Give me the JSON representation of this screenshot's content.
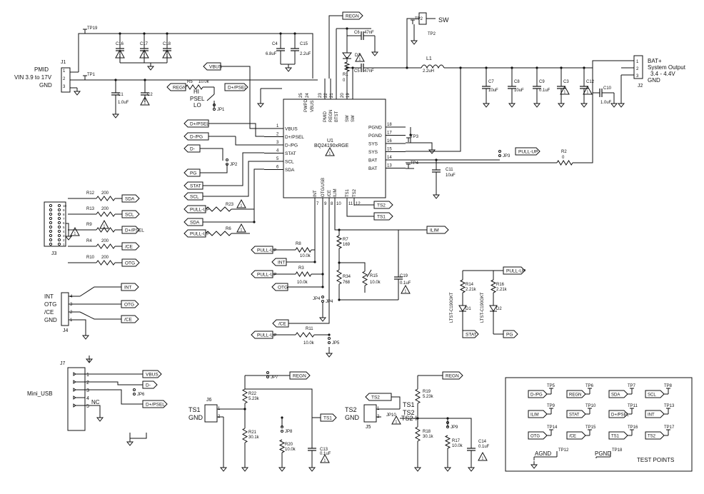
{
  "ic": {
    "ref": "U1",
    "part": "BQ24190xRGE",
    "top_pins": [
      [
        "PMID",
        "23"
      ],
      [
        "REGN",
        "22"
      ],
      [
        "BTST",
        "21"
      ],
      [
        "SW",
        "20"
      ],
      [
        "SW",
        "19"
      ]
    ],
    "left_pins": [
      [
        "VBUS",
        "1"
      ],
      [
        "D+/PSEL",
        "2"
      ],
      [
        "D-/PG",
        "3"
      ],
      [
        "STAT",
        "4"
      ],
      [
        "SCL",
        "5"
      ],
      [
        "SDA",
        "6"
      ]
    ],
    "left_top_pins": [
      [
        "PWPD",
        "25"
      ],
      [
        "VBUS",
        "24"
      ]
    ],
    "right_pins": [
      [
        "PGND",
        "18"
      ],
      [
        "PGND",
        "17"
      ],
      [
        "SYS",
        "16"
      ],
      [
        "SYS",
        "15"
      ],
      [
        "BAT",
        "14"
      ],
      [
        "BAT",
        "13"
      ]
    ],
    "bottom_pins": [
      "INT",
      "OTG/USB",
      "/CE",
      "ILIM",
      "TS1",
      "TS2"
    ],
    "bottom_nums": [
      "7",
      "9",
      "8",
      "10",
      "11",
      "12"
    ]
  },
  "j1": {
    "ref": "J1",
    "label1": "PMID",
    "label2": "VIN 3.9 to 17V",
    "label3": "GND",
    "pins": [
      "1",
      "2",
      "3"
    ]
  },
  "j2": {
    "ref": "J2",
    "label1": "BAT+",
    "label2": "System Output",
    "label3": "3.4 - 4.4V",
    "label4": "GND",
    "pins": [
      "1",
      "2",
      "3"
    ]
  },
  "j3": {
    "ref": "J3",
    "pins": [
      "10",
      "9",
      "8",
      "7",
      "6",
      "5",
      "4",
      "3",
      "2",
      "1"
    ]
  },
  "j4": {
    "ref": "J4",
    "labels": [
      "INT",
      "OTG",
      "/CE",
      "GND"
    ],
    "pins": [
      "4",
      "3",
      "2",
      "1"
    ]
  },
  "j5": {
    "ref": "J5",
    "l1": "TS2",
    "l2": "GND",
    "pins": [
      "1",
      "2"
    ]
  },
  "j6": {
    "ref": "J6",
    "l1": "TS1",
    "l2": "GND",
    "pins": [
      "1",
      "2"
    ]
  },
  "j7": {
    "ref": "J7",
    "label": "Mini_USB",
    "pins": [
      "1",
      "2",
      "3",
      "4",
      "5"
    ],
    "nc": "NC"
  },
  "sw": {
    "label": "SW",
    "tp": "TP2"
  },
  "inductor": {
    "ref": "L1",
    "val": "2.2uH"
  },
  "caps": [
    {
      "ref": "C16"
    },
    {
      "ref": "C17"
    },
    {
      "ref": "C18"
    },
    {
      "ref": "C4",
      "val": "6.8uF"
    },
    {
      "ref": "C15",
      "val": "2.2uF"
    },
    {
      "ref": "C1",
      "val": "1.0uF"
    },
    {
      "ref": "C2"
    },
    {
      "ref": "C6",
      "val": "47nF"
    },
    {
      "ref": "C5",
      "val": "47nF"
    },
    {
      "ref": "C7",
      "val": "10uF"
    },
    {
      "ref": "C8",
      "val": "10uF"
    },
    {
      "ref": "C9",
      "val": "0.1uF"
    },
    {
      "ref": "C3"
    },
    {
      "ref": "C12"
    },
    {
      "ref": "C10",
      "val": "1.0uF"
    },
    {
      "ref": "C11",
      "val": "10uF"
    },
    {
      "ref": "C19",
      "val": "0.1uF"
    },
    {
      "ref": "C13",
      "val": "0.1uF"
    },
    {
      "ref": "C14",
      "val": "0.1uF"
    }
  ],
  "resistors": {
    "r1": {
      "ref": "R1",
      "val": "0"
    },
    "r5": {
      "ref": "R5",
      "val": "10.0k"
    },
    "r2": {
      "ref": "R2",
      "val": "0"
    },
    "r12": {
      "ref": "R12",
      "val": "200"
    },
    "r13": {
      "ref": "R13",
      "val": "200"
    },
    "r9": {
      "ref": "R9"
    },
    "r4": {
      "ref": "R4",
      "val": "200"
    },
    "r10": {
      "ref": "R10",
      "val": "200"
    },
    "r23": {
      "ref": "R23"
    },
    "r6": {
      "ref": "R6"
    },
    "r8": {
      "ref": "R8",
      "val": "10.0k"
    },
    "r3": {
      "ref": "R3",
      "val": "10.0k"
    },
    "r11": {
      "ref": "R11",
      "val": "10.0k"
    },
    "r7": {
      "ref": "R7",
      "val": "169"
    },
    "r34": {
      "ref": "R34",
      "val": "768"
    },
    "r15": {
      "ref": "R15",
      "val": "10.0k"
    },
    "r14": {
      "ref": "R14",
      "val": "2.21k"
    },
    "r16": {
      "ref": "R16",
      "val": "2.21k"
    },
    "r22": {
      "ref": "R22",
      "val": "5.23k"
    },
    "r21": {
      "ref": "R21",
      "val": "30.1k"
    },
    "r20": {
      "ref": "R20",
      "val": "10.0k"
    },
    "r19": {
      "ref": "R19",
      "val": "5.23k"
    },
    "r18": {
      "ref": "R18",
      "val": "30.1k"
    },
    "r17": {
      "ref": "R17",
      "val": "10.0k"
    }
  },
  "diodes": {
    "d3": "D3",
    "d1": "D1",
    "d2": "D2",
    "led_part": "LTST-C190GKT"
  },
  "tps": {
    "tp19": "TP19",
    "tp1": "TP1",
    "tp3": "TP3",
    "tp4": "TP4",
    "tp2": "TP2"
  },
  "jumpers": {
    "jp1": "JP1",
    "jp2": "JP2",
    "jp3": "JP3",
    "jp4": "JP4",
    "jp5": "JP5",
    "jp6": "JP6",
    "jp7": "JP7",
    "jp8": "JP8",
    "jp9": "JP9",
    "jp10": "JP10"
  },
  "psel": {
    "hi": "HI",
    "mid": "PSEL",
    "lo": "LO"
  },
  "nets": {
    "regn": "REGN",
    "vbus": "VBUS",
    "dpsel": "D+/PSEL",
    "dpg": "D-/PG",
    "dm": "D-",
    "pg": "PG",
    "stat": "STAT",
    "scl": "SCL",
    "sda": "SDA",
    "pullup": "PULL-UP",
    "int": "INT",
    "otg": "OTG",
    "ce": "/CE",
    "ts1": "TS1",
    "ts2": "TS2",
    "ilim": "ILIM",
    "pullup_led": "PULL-UP"
  },
  "test_points": {
    "title": "TEST POINTS",
    "items": [
      {
        "net": "D-/PG",
        "tp": "TP5"
      },
      {
        "net": "REGN",
        "tp": "TP6"
      },
      {
        "net": "SDA",
        "tp": "TP7"
      },
      {
        "net": "SCL",
        "tp": "TP8"
      },
      {
        "net": "ILIM",
        "tp": "TP9"
      },
      {
        "net": "STAT",
        "tp": "TP10"
      },
      {
        "net": "D+/PSEL",
        "tp": "TP11"
      },
      {
        "net": "INT",
        "tp": "TP13"
      },
      {
        "net": "OTG",
        "tp": "TP14"
      },
      {
        "net": "/CE",
        "tp": "TP15"
      },
      {
        "net": "TS1",
        "tp": "TP16"
      },
      {
        "net": "TS2",
        "tp": "TP17"
      }
    ],
    "agnd": "AGND",
    "agnd_tp": "TP12",
    "pgnd": "PGND",
    "pgnd_tp": "TP18"
  }
}
